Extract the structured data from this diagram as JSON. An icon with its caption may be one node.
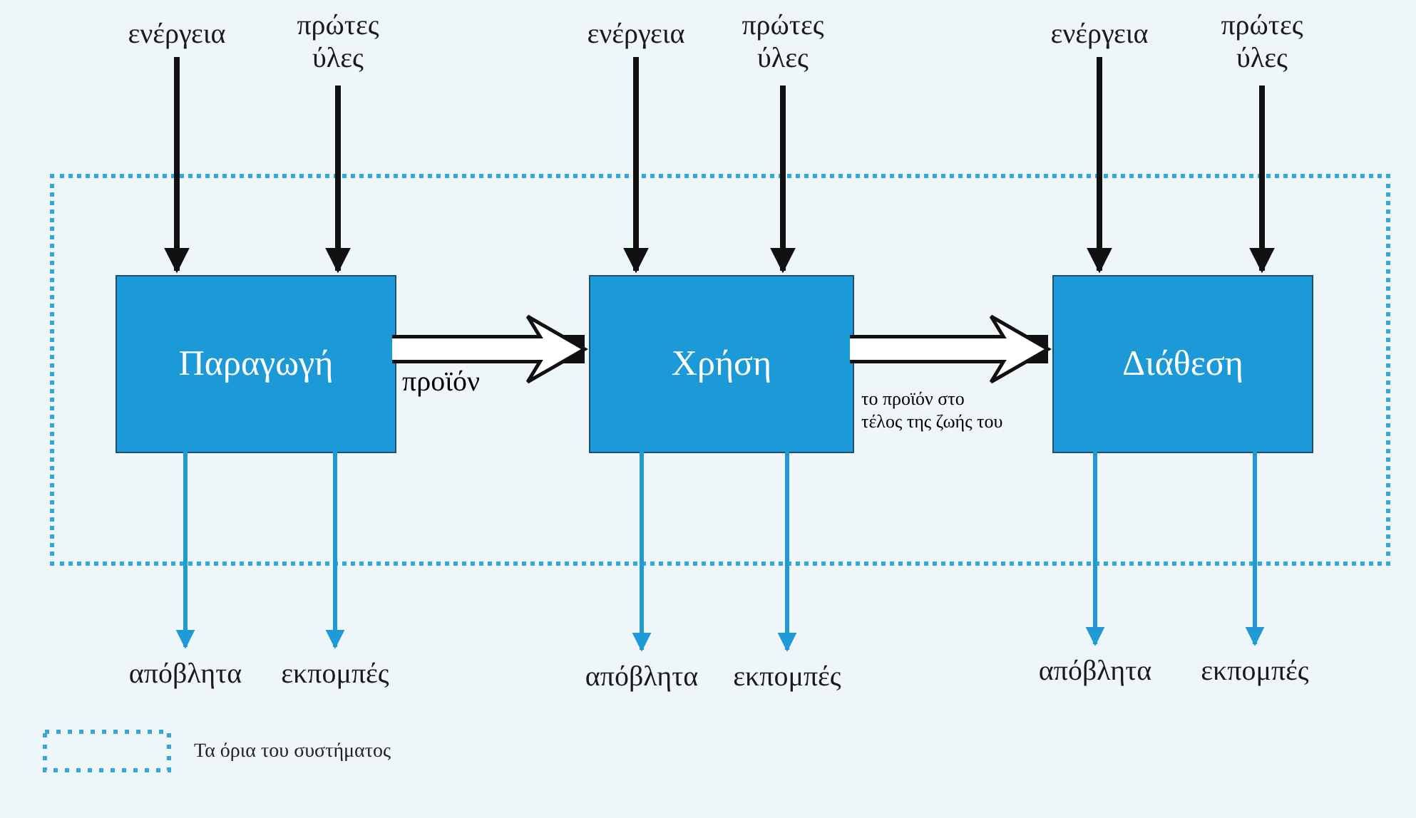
{
  "diagram": {
    "nodes": [
      {
        "text": [],
        "shape": "box"
      },
      {
        "text": [
          "Παραγωγή"
        ],
        "in": 0
      },
      {
        "text": [
          "Χρήση"
        ],
        "in": 0
      },
      {
        "text": [
          "Διάθεση"
        ],
        "in": 0
      },
      {
        "text": [
          "ενέργεια"
        ]
      },
      {
        "text": [
          "πρώτες ύλες"
        ]
      },
      {
        "text": [
          "ενέργεια"
        ]
      },
      {
        "text": [
          "πρώτες ύλες"
        ]
      },
      {
        "text": [
          "ενέργεια"
        ]
      },
      {
        "text": [
          "πρώτες ύλες"
        ]
      },
      {
        "text": [
          "απόβλητα"
        ]
      },
      {
        "text": [
          "εκπομπές"
        ]
      },
      {
        "text": [
          "απόβλητα"
        ]
      },
      {
        "text": [
          "εκπομπές"
        ]
      },
      {
        "text": [
          "απόβλητα"
        ]
      },
      {
        "text": [
          "εκπομπές"
        ]
      }
    ],
    "edges": [
      {
        "from": 4,
        "to": 1,
        "arrow": "to"
      },
      {
        "from": 5,
        "to": 1,
        "arrow": "to"
      },
      {
        "from": 6,
        "to": 2,
        "arrow": "to"
      },
      {
        "from": 7,
        "to": 2,
        "arrow": "to"
      },
      {
        "from": 8,
        "to": 3,
        "arrow": "to"
      },
      {
        "from": 9,
        "to": 3,
        "arrow": "to"
      },
      {
        "from": 1,
        "to": 2,
        "arrow": "to",
        "label": "προϊόν",
        "style": "thick"
      },
      {
        "from": 2,
        "to": 3,
        "arrow": "to",
        "label": "το προϊόν στο τέλος της ζωής του",
        "style": "thick"
      },
      {
        "from": 1,
        "to": 10,
        "arrow": "to",
        "color": "#1e9ad6"
      },
      {
        "from": 1,
        "to": 11,
        "arrow": "to",
        "color": "#1e9ad6"
      },
      {
        "from": 2,
        "to": 12,
        "arrow": "to",
        "color": "#1e9ad6"
      },
      {
        "from": 2,
        "to": 13,
        "arrow": "to",
        "color": "#1e9ad6"
      },
      {
        "from": 3,
        "to": 14,
        "arrow": "to",
        "color": "#1e9ad6"
      },
      {
        "from": 3,
        "to": 15,
        "arrow": "to",
        "color": "#1e9ad6"
      }
    ],
    "legend": [
      {
        "text": "Τα όρια του συστήματος"
      }
    ]
  }
}
